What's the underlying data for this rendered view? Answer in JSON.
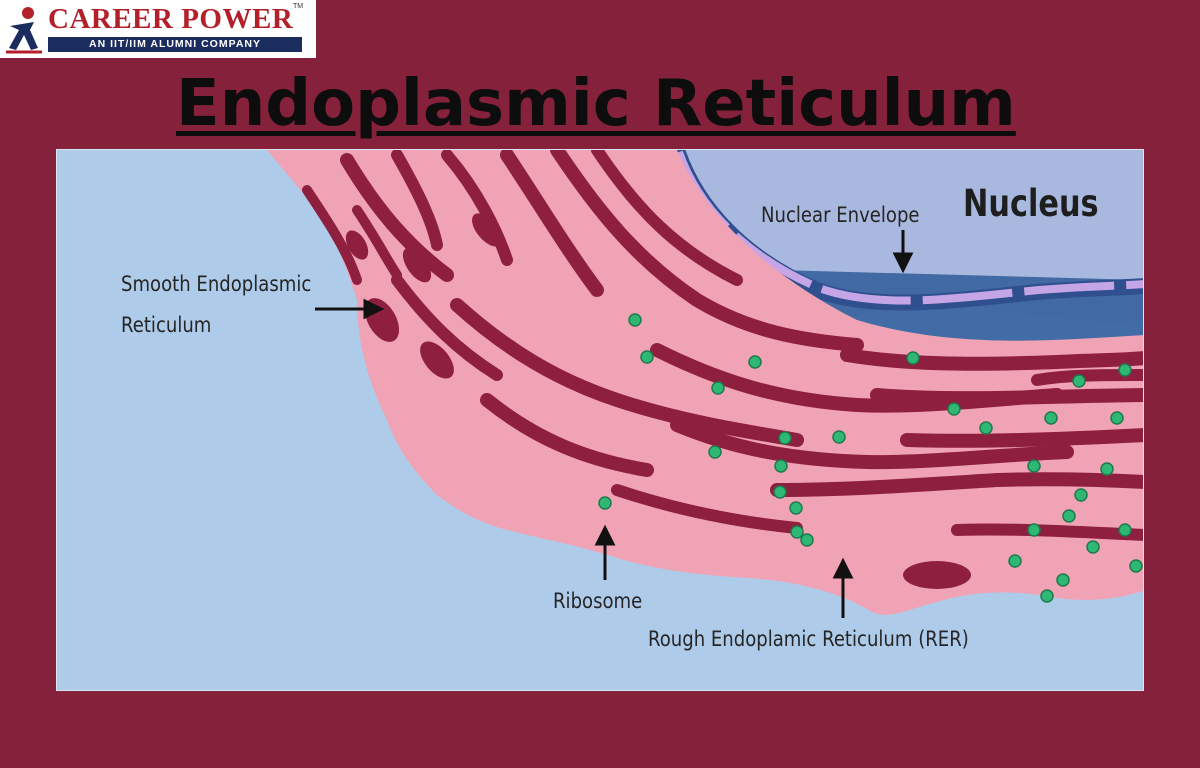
{
  "logo": {
    "brand": "CAREER POWER",
    "tm": "TM",
    "tagline": "AN IIT/IIM ALUMNI COMPANY"
  },
  "title": "Endoplasmic Reticulum",
  "labels": {
    "nucleus": "Nucleus",
    "nuclear_envelope": "Nuclear Envelope",
    "smooth_er_line1": "Smooth Endoplasmic",
    "smooth_er_line2": "Reticulum",
    "ribosome": "Ribosome",
    "rough_er": "Rough Endoplamic Reticulum (RER)"
  },
  "colors": {
    "background": "#86213b",
    "panel": "#aeccea",
    "er_membrane": "#f1a3b6",
    "er_lumen": "#8e1f3f",
    "nucleus": "#a9b8de",
    "nuclear_envelope": "#2f4f8f",
    "ribosome": "#2fb874"
  }
}
